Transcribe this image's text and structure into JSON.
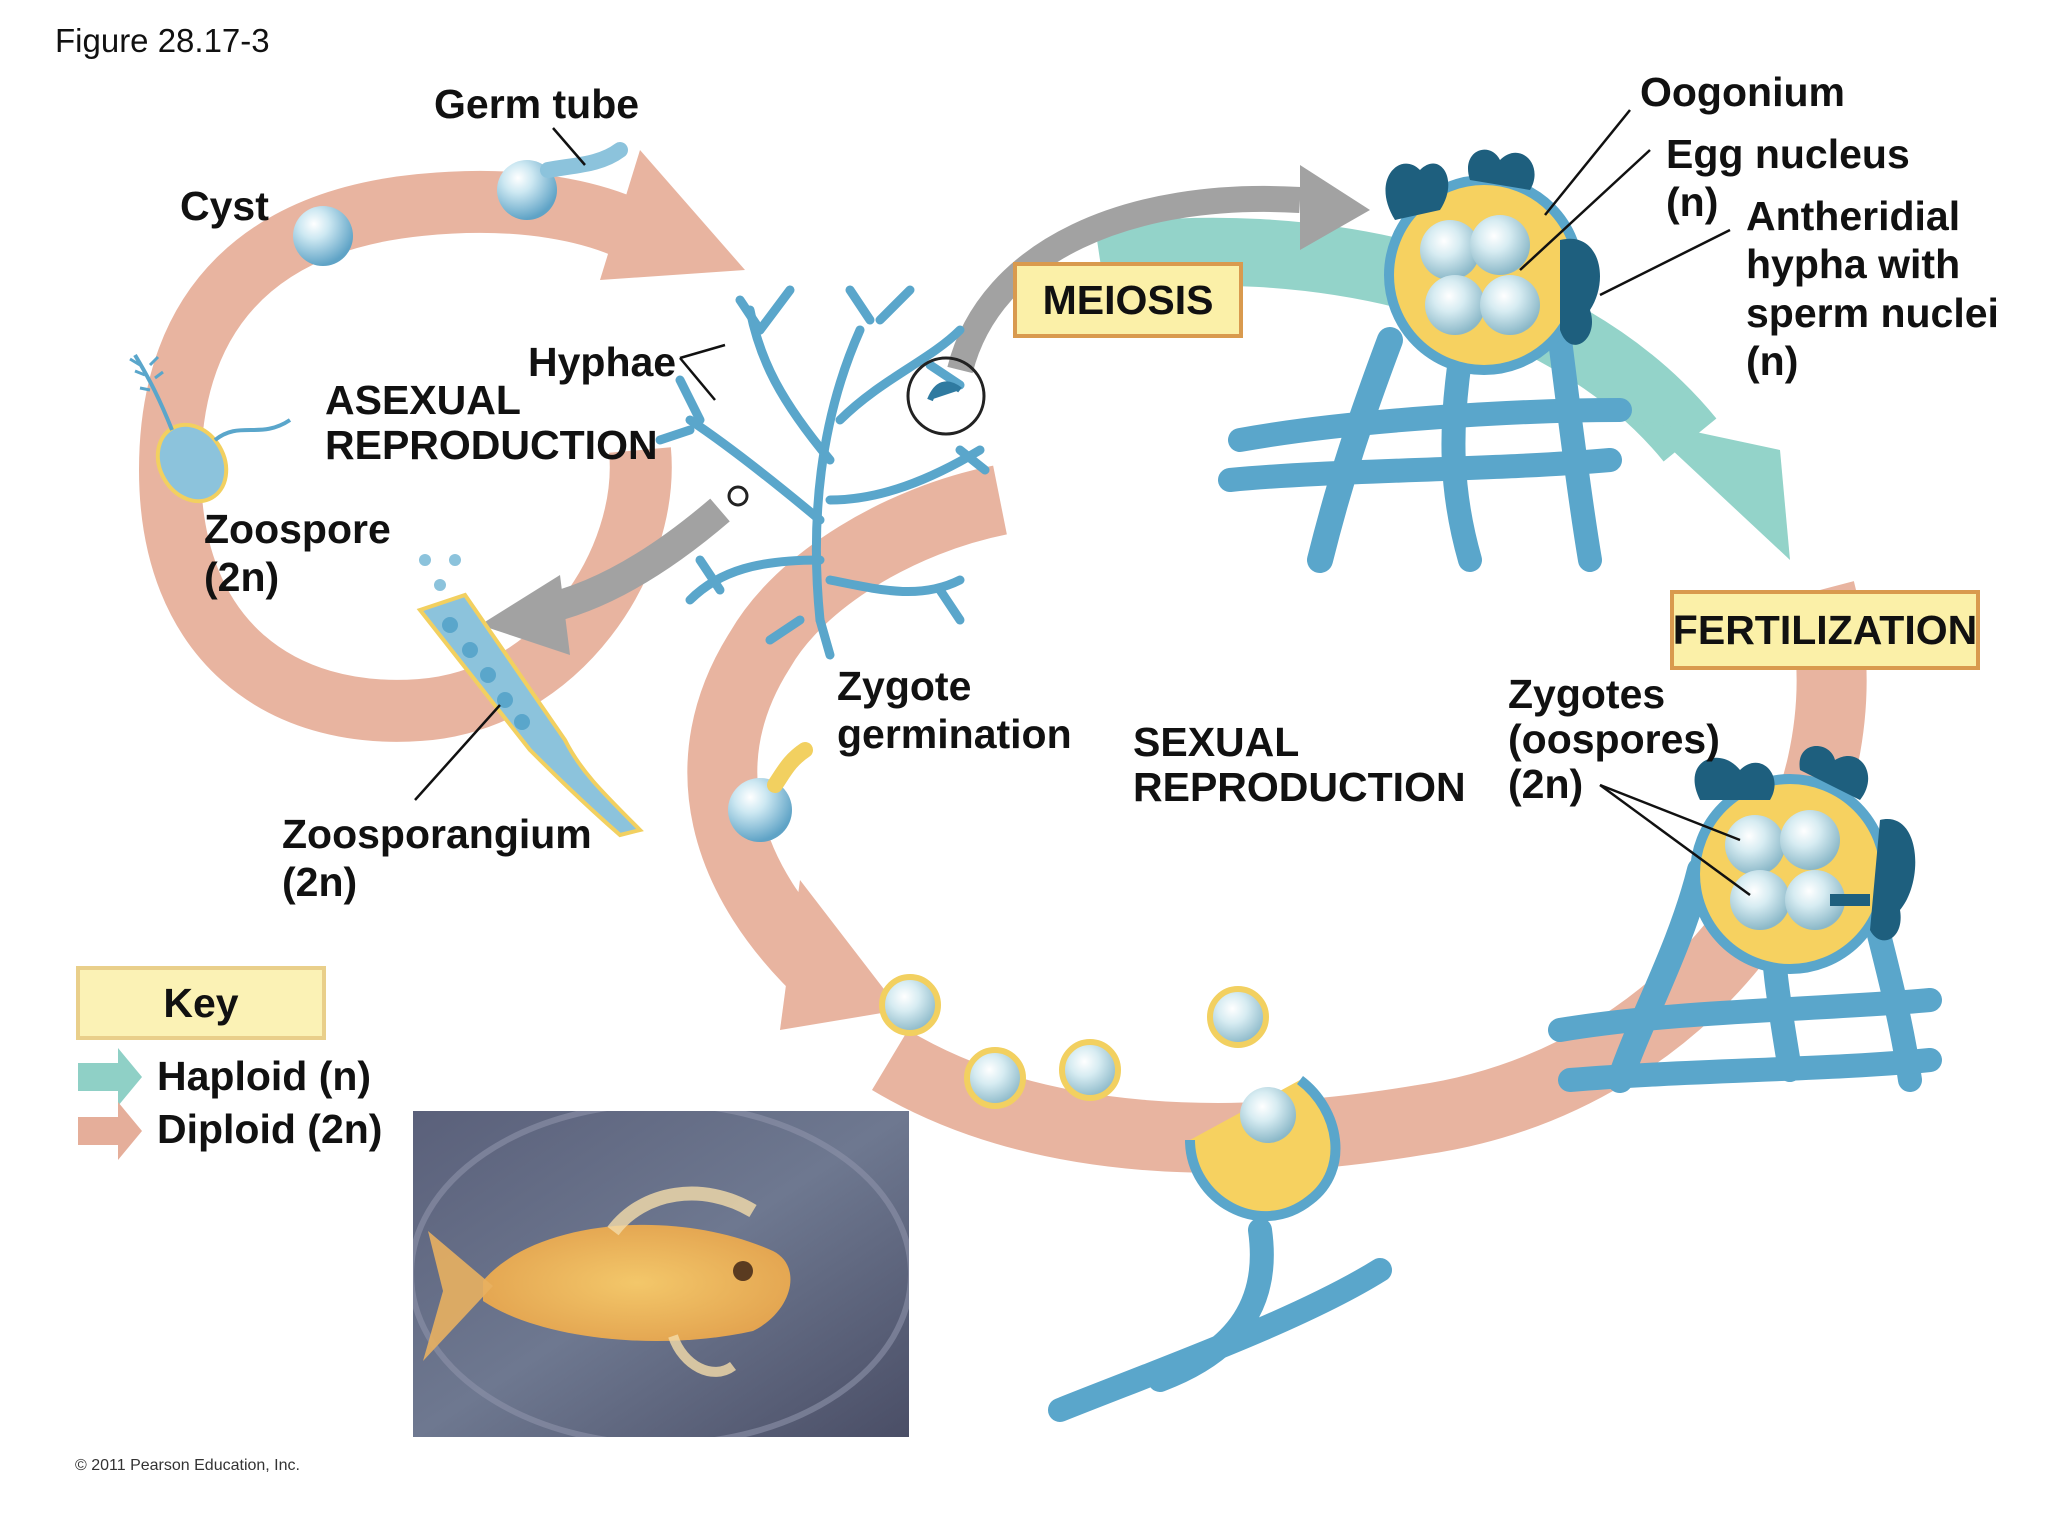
{
  "figure_number": "Figure 28.17-3",
  "stages": {
    "asexual": "ASEXUAL\nREPRODUCTION",
    "sexual": "SEXUAL\nREPRODUCTION",
    "meiosis": "MEIOSIS",
    "fertilization": "FERTILIZATION"
  },
  "labels": {
    "germ_tube": "Germ tube",
    "cyst": "Cyst",
    "hyphae": "Hyphae",
    "zoospore": "Zoospore\n(2n)",
    "zoosporangium": "Zoosporangium\n(2n)",
    "oogonium": "Oogonium",
    "egg_nucleus": "Egg nucleus\n(n)",
    "antheridial": "Antheridial\nhypha with\nsperm nuclei\n(n)",
    "zygotes": "Zygotes\n(oospores)\n(2n)",
    "zygote_germination": "Zygote\ngermination"
  },
  "key": {
    "title": "Key",
    "haploid": "Haploid (n)",
    "diploid": "Diploid (2n)",
    "haploid_color": "#8fd0c6",
    "diploid_color": "#e5ae9a"
  },
  "colors": {
    "diploid_arrow": "#e8b4a0",
    "haploid_arrow": "#93d3c9",
    "gray_arrow": "#9e9e9e",
    "hyphae": "#5aa6cb",
    "antheridium": "#1e5f7e",
    "oogonium_fill": "#f6d160"
  },
  "photo_caption": "",
  "copyright": "© 2011 Pearson Education, Inc."
}
